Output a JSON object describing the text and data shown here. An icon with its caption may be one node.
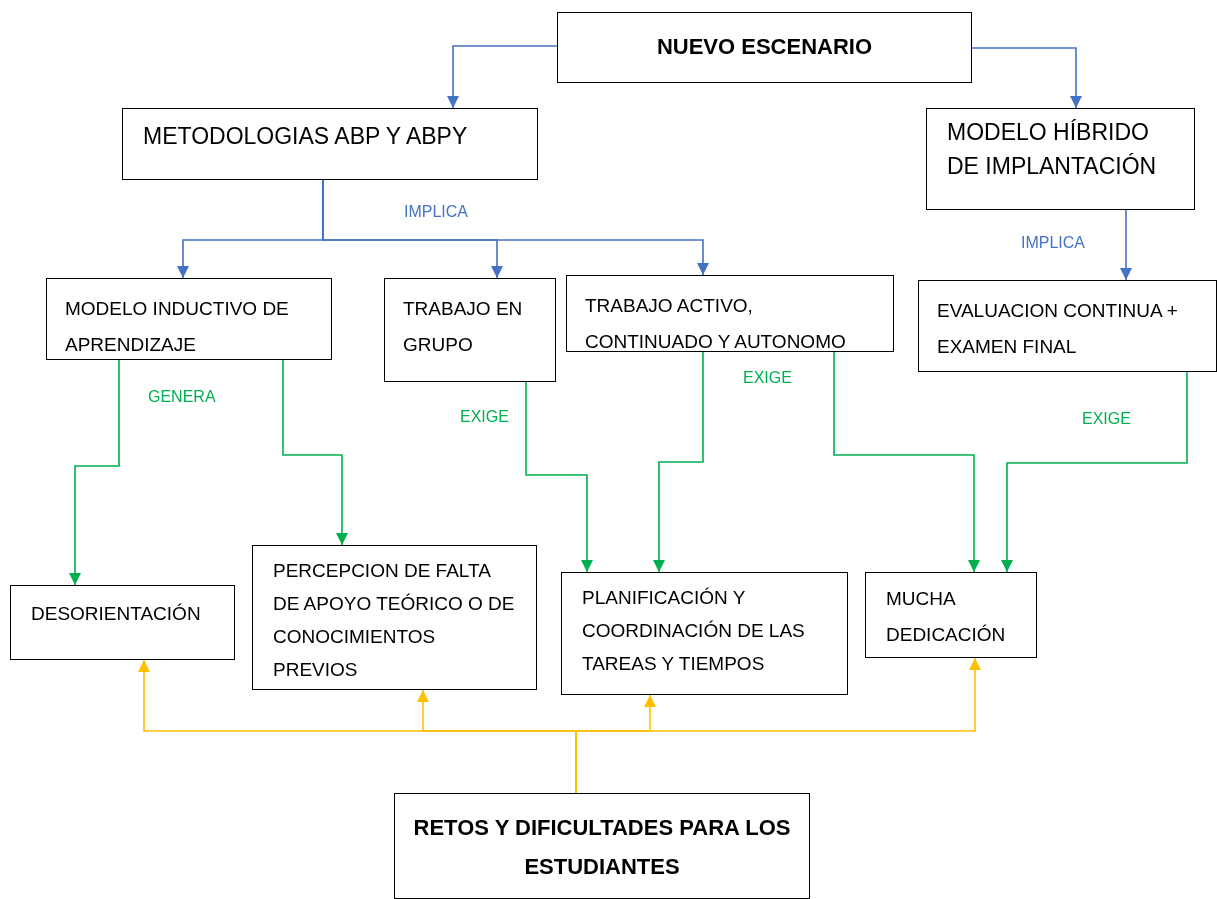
{
  "diagram": {
    "nodes": [
      {
        "text": [
          "NUEVO ESCENARIO"
        ]
      },
      {
        "text": [
          "METODOLOGIAS ABP Y ABPY"
        ]
      },
      {
        "text": [
          "MODELO HÍBRIDO DE IMPLANTACIÓN"
        ]
      },
      {
        "text": [
          "MODELO INDUCTIVO DE APRENDIZAJE"
        ]
      },
      {
        "text": [
          "TRABAJO EN GRUPO"
        ]
      },
      {
        "text": [
          "TRABAJO ACTIVO, CONTINUADO Y AUTONOMO"
        ]
      },
      {
        "text": [
          "EVALUACION CONTINUA + EXAMEN FINAL"
        ]
      },
      {
        "text": [
          "DESORIENTACIÓN"
        ]
      },
      {
        "text": [
          "PERCEPCION DE FALTA DE APOYO TEÓRICO O DE CONOCIMIENTOS PREVIOS"
        ]
      },
      {
        "text": [
          "PLANIFICACIÓN Y COORDINACIÓN DE LAS TAREAS Y TIEMPOS"
        ]
      },
      {
        "text": [
          "MUCHA DEDICACIÓN"
        ]
      },
      {
        "text": [
          "RETOS Y DIFICULTADES PARA LOS ESTUDIANTES"
        ]
      }
    ],
    "edges": [
      {
        "from": 0,
        "to": 1,
        "arrow": "to",
        "color": "#4472c4"
      },
      {
        "from": 0,
        "to": 2,
        "arrow": "to",
        "color": "#4472c4"
      },
      {
        "from": 1,
        "to": 3,
        "arrow": "to",
        "color": "#4472c4"
      },
      {
        "from": 1,
        "to": 4,
        "arrow": "to",
        "color": "#4472c4",
        "label": "IMPLICA"
      },
      {
        "from": 1,
        "to": 5,
        "arrow": "to",
        "color": "#4472c4"
      },
      {
        "from": 2,
        "to": 6,
        "arrow": "to",
        "color": "#4472c4",
        "label": "IMPLICA"
      },
      {
        "from": 3,
        "to": 7,
        "arrow": "to",
        "color": "#00b050",
        "label": "GENERA"
      },
      {
        "from": 3,
        "to": 8,
        "arrow": "to",
        "color": "#00b050"
      },
      {
        "from": 4,
        "to": 9,
        "arrow": "to",
        "color": "#00b050",
        "label": "EXIGE"
      },
      {
        "from": 5,
        "to": 9,
        "arrow": "to",
        "color": "#00b050"
      },
      {
        "from": 5,
        "to": 10,
        "arrow": "to",
        "color": "#00b050",
        "label": "EXIGE"
      },
      {
        "from": 6,
        "to": 10,
        "arrow": "to",
        "color": "#00b050",
        "label": "EXIGE"
      },
      {
        "from": 11,
        "to": 7,
        "arrow": "to",
        "color": "#ffc000"
      },
      {
        "from": 11,
        "to": 8,
        "arrow": "to",
        "color": "#ffc000"
      },
      {
        "from": 11,
        "to": 9,
        "arrow": "to",
        "color": "#ffc000"
      },
      {
        "from": 11,
        "to": 10,
        "arrow": "to",
        "color": "#ffc000"
      }
    ]
  }
}
